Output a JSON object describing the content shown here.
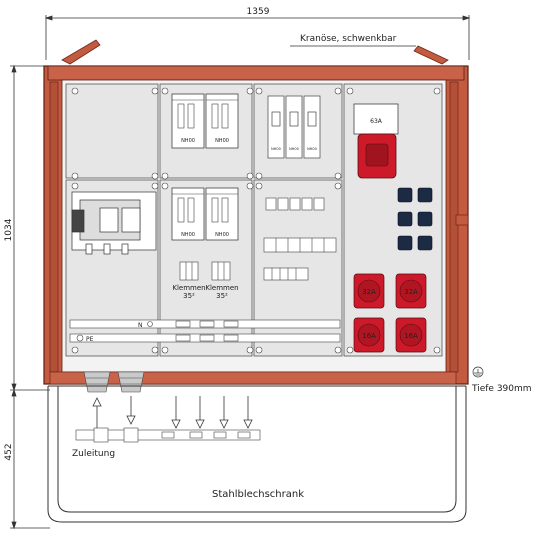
{
  "dimensions": {
    "width": "1359",
    "height_cabinet": "1034",
    "height_base": "452"
  },
  "labels": {
    "crane_eye": "Kranöse, schwenkbar",
    "depth": "Tiefe 390mm",
    "feed": "Zuleitung",
    "base": "Stahlblechschrank",
    "fuse_base": "NH00",
    "terminals": "Klemmen",
    "terminal_size": "35²",
    "neutral": "N",
    "protective_earth": "PE"
  },
  "sockets": {
    "cee_top": "63A",
    "cee_upper": [
      "32A",
      "32A"
    ],
    "cee_lower": [
      "16A",
      "16A"
    ]
  },
  "colors": {
    "cabinet": "#c45a40",
    "panel_fill": "#e6e6e6",
    "cee_red": "#cc1a2a",
    "schuko": "#1c2a44",
    "line": "#333333"
  }
}
